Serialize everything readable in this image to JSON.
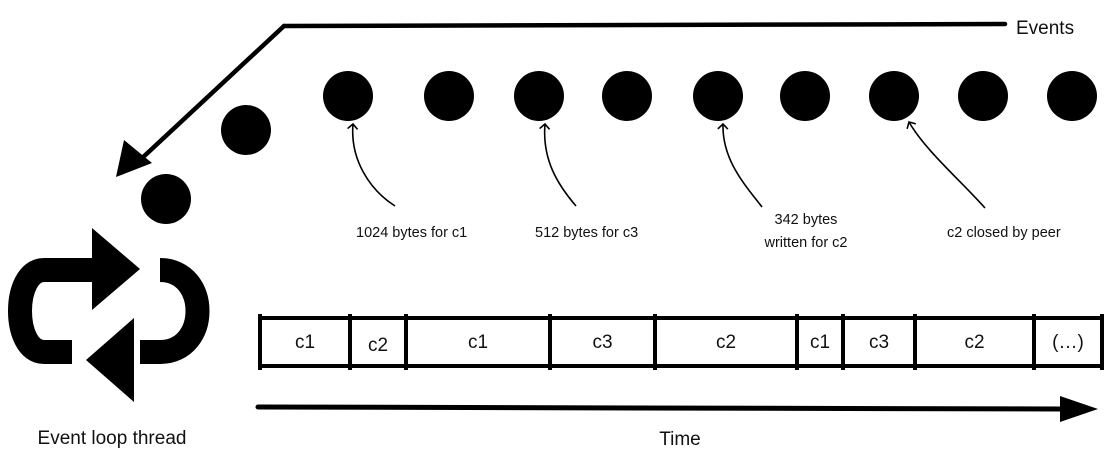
{
  "events_label": "Events",
  "event_annotations": [
    {
      "line1": "1024 bytes for c1",
      "line2": ""
    },
    {
      "line1": "512 bytes for c3",
      "line2": ""
    },
    {
      "line1": "342 bytes",
      "line2": "written for c2"
    },
    {
      "line1": "c2 closed by peer",
      "line2": ""
    }
  ],
  "timeline_segments": [
    "c1",
    "c2",
    "c1",
    "c3",
    "c2",
    "c1",
    "c3",
    "c2",
    "(…)"
  ],
  "event_loop_label": "Event loop thread",
  "time_label": "Time",
  "colors": {
    "ink": "#000000",
    "background": "#ffffff"
  },
  "icons": {
    "event_loop": "loop-arrows-icon"
  }
}
